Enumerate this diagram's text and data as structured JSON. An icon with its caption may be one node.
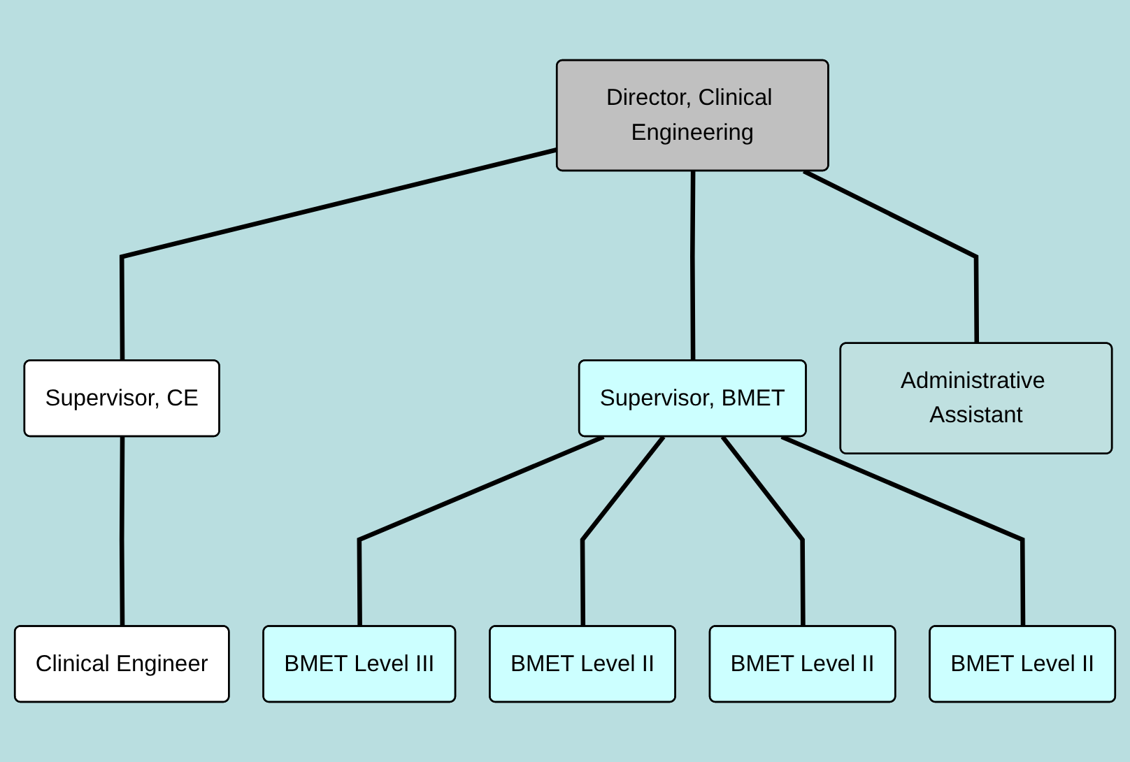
{
  "diagram": {
    "nodes": [
      {
        "text": [
          "Director, Clinical Engineering"
        ]
      },
      {
        "text": [
          "Supervisor, CE"
        ]
      },
      {
        "text": [
          "Supervisor, BMET"
        ]
      },
      {
        "text": [
          "Administrative Assistant"
        ]
      },
      {
        "text": [
          "Clinical Engineer"
        ]
      },
      {
        "text": [
          "BMET Level III"
        ]
      },
      {
        "text": [
          "BMET Level II"
        ]
      },
      {
        "text": [
          "BMET Level II"
        ]
      },
      {
        "text": [
          "BMET Level II"
        ]
      }
    ],
    "edges": [
      {
        "from": 0,
        "to": 1,
        "arrow": "none"
      },
      {
        "from": 0,
        "to": 2,
        "arrow": "none"
      },
      {
        "from": 0,
        "to": 3,
        "arrow": "none"
      },
      {
        "from": 1,
        "to": 4,
        "arrow": "none"
      },
      {
        "from": 2,
        "to": 5,
        "arrow": "none"
      },
      {
        "from": 2,
        "to": 6,
        "arrow": "none"
      },
      {
        "from": 2,
        "to": 7,
        "arrow": "none"
      },
      {
        "from": 2,
        "to": 8,
        "arrow": "none"
      }
    ]
  }
}
